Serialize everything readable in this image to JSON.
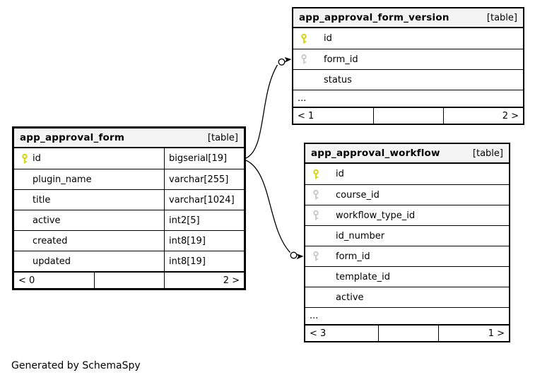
{
  "note": "Generated by SchemaSpy",
  "colors": {
    "header_bg": "#f4f4f4",
    "primary_key_icon": "#d6d600",
    "foreign_key_icon": "#c9c9c9",
    "border": "#000000",
    "background": "#ffffff"
  },
  "tables": {
    "form_version": {
      "title": "app_approval_form_version",
      "type_label": "[table]",
      "columns": [
        {
          "name": "id",
          "key": "primary"
        },
        {
          "name": "form_id",
          "key": "foreign"
        },
        {
          "name": "status",
          "key": "none"
        }
      ],
      "ellipsis": "...",
      "footer": {
        "left": "< 1",
        "middle": "",
        "right": "2 >"
      }
    },
    "form": {
      "title": "app_approval_form",
      "type_label": "[table]",
      "columns": [
        {
          "name": "id",
          "type": "bigserial[19]",
          "key": "primary"
        },
        {
          "name": "plugin_name",
          "type": "varchar[255]",
          "key": "none"
        },
        {
          "name": "title",
          "type": "varchar[1024]",
          "key": "none"
        },
        {
          "name": "active",
          "type": "int2[5]",
          "key": "none"
        },
        {
          "name": "created",
          "type": "int8[19]",
          "key": "none"
        },
        {
          "name": "updated",
          "type": "int8[19]",
          "key": "none"
        }
      ],
      "footer": {
        "left": "< 0",
        "middle": "",
        "right": "2 >"
      }
    },
    "workflow": {
      "title": "app_approval_workflow",
      "type_label": "[table]",
      "columns": [
        {
          "name": "id",
          "key": "primary"
        },
        {
          "name": "course_id",
          "key": "foreign"
        },
        {
          "name": "workflow_type_id",
          "key": "foreign"
        },
        {
          "name": "id_number",
          "key": "none"
        },
        {
          "name": "form_id",
          "key": "foreign"
        },
        {
          "name": "template_id",
          "key": "none"
        },
        {
          "name": "active",
          "key": "none"
        }
      ],
      "ellipsis": "...",
      "footer": {
        "left": "< 3",
        "middle": "",
        "right": "1 >"
      }
    }
  },
  "relationships": [
    {
      "from": "app_approval_form.id",
      "to": "app_approval_form_version.form_id"
    },
    {
      "from": "app_approval_form.id",
      "to": "app_approval_workflow.form_id"
    }
  ]
}
